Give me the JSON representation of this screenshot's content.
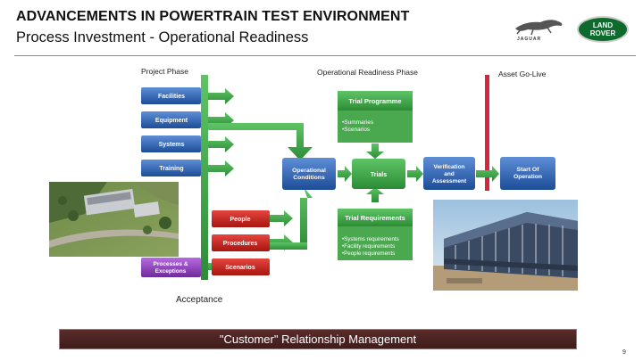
{
  "header": {
    "title": "ADVANCEMENTS IN POWERTRAIN TEST ENVIRONMENT",
    "subtitle": "Process Investment - Operational Readiness"
  },
  "logos": {
    "jaguar": "JAGUAR",
    "land_rover_line1": "LAND",
    "land_rover_line2": "ROVER"
  },
  "phases": {
    "project": "Project Phase",
    "operational": "Operational Readiness Phase",
    "golive": "Asset Go-Live",
    "acceptance": "Acceptance"
  },
  "project_boxes": [
    "Facilities",
    "Equipment",
    "Systems",
    "Training"
  ],
  "red_boxes": [
    "People",
    "Procedures",
    "Scenarios"
  ],
  "purple_box": [
    "Processes &",
    "Exceptions"
  ],
  "trial_programme": {
    "title": "Trial Programme",
    "items": [
      "•Summaries",
      "•Scenarios"
    ]
  },
  "trial_requirements": {
    "title": "Trial Requirements",
    "items": [
      "•Systems requirements",
      "•Facility requirements",
      "•People requirements"
    ]
  },
  "flow": {
    "conditions": [
      "Operational",
      "Conditions"
    ],
    "trials": "Trials",
    "verification": [
      "Verification",
      "and",
      "Assessment"
    ],
    "start": [
      "Start Of",
      "Operation"
    ]
  },
  "banner": "\"Customer\" Relationship Management",
  "page_number": "9",
  "colors": {
    "blue": "#2a5ca8",
    "green": "#3aa845",
    "red": "#c8201c",
    "purple": "#8a3fb4",
    "golive_line": "#d6263c",
    "banner": "#4d2423"
  }
}
